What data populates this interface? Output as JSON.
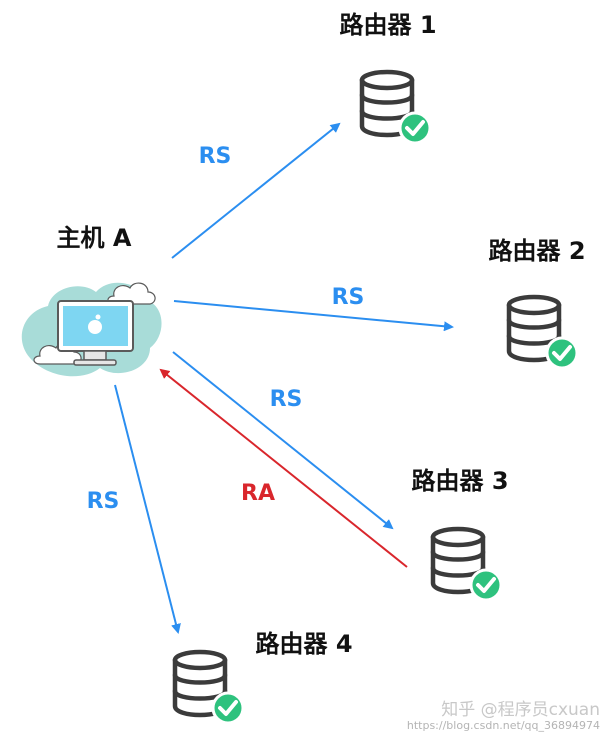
{
  "host": {
    "label": "主机 A"
  },
  "routers": [
    {
      "label": "路由器 1"
    },
    {
      "label": "路由器 2"
    },
    {
      "label": "路由器 3"
    },
    {
      "label": "路由器 4"
    }
  ],
  "messages": [
    {
      "label": "RS",
      "color": "#2b8ef0"
    },
    {
      "label": "RS",
      "color": "#2b8ef0"
    },
    {
      "label": "RS",
      "color": "#2b8ef0"
    },
    {
      "label": "RS",
      "color": "#2b8ef0"
    },
    {
      "label": "RA",
      "color": "#d9262c"
    }
  ],
  "watermark": {
    "brand": "知乎 @程序员cxuan",
    "url": "https://blog.csdn.net/qq_36894974"
  },
  "colors": {
    "check": "#2ec27e",
    "router_stroke": "#3b3b3b",
    "cloud": "#a8dcd8"
  },
  "icons": {
    "router": "database-icon",
    "status": "check-circle-icon",
    "host": "computer-icon"
  }
}
